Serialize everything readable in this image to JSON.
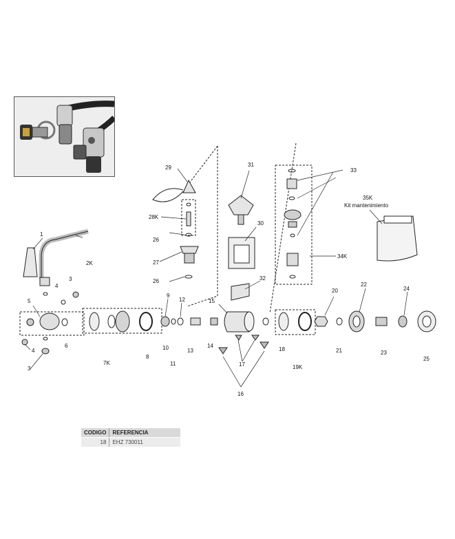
{
  "labels": {
    "p1": "1",
    "p2K": "2K",
    "p3a": "3",
    "p3b": "3",
    "p4a": "4",
    "p4b": "4",
    "p5": "5",
    "p6": "6",
    "p7K": "7K",
    "p8": "8",
    "p9": "9",
    "p10": "10",
    "p11": "11",
    "p12": "12",
    "p13": "13",
    "p14": "14",
    "p15": "15",
    "p16": "16",
    "p17": "17",
    "p18": "18",
    "p19K": "19K",
    "p20": "20",
    "p21": "21",
    "p22": "22",
    "p23": "23",
    "p24": "24",
    "p25": "25",
    "p26a": "26",
    "p26b": "26",
    "p27": "27",
    "p28K": "28K",
    "p29": "29",
    "p30": "30",
    "p31": "31",
    "p32": "32",
    "p33": "33",
    "p34K": "34K",
    "p35K": "35K",
    "kit": "Kit mantenimiento"
  },
  "table": {
    "codigo_header": "CODIGO",
    "referencia_header": "REFERENCIA",
    "codigo_value": "18",
    "referencia_value": "EHZ 730011"
  }
}
